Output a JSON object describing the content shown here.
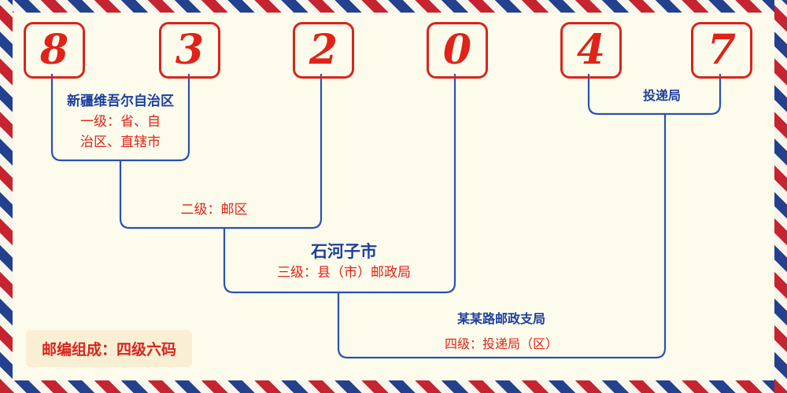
{
  "diagram": {
    "digits": [
      "8",
      "3",
      "2",
      "0",
      "4",
      "7"
    ],
    "level1": {
      "region": "新疆维吾尔自治区",
      "desc_line1": "一级：省、自",
      "desc_line2": "治区、直辖市"
    },
    "level2": {
      "desc": "二级：邮区"
    },
    "level3": {
      "city": "石河子市",
      "desc": "三级：县（市）邮政局"
    },
    "level4": {
      "office": "某某路邮政支局",
      "desc": "四级：投递局（区）"
    },
    "delivery": {
      "label": "投递局"
    },
    "footer": {
      "note": "邮编组成：四级六码"
    },
    "colors": {
      "digit_red": "#e02318",
      "text_red": "#e02318",
      "text_blue": "#1d3f9e",
      "line_blue": "#2b50b4",
      "box_border_red": "#d8251d",
      "stripe_red": "#c62430",
      "stripe_blue": "#24418f",
      "background": "#fdfcec",
      "footer_bg": "#f9efd4"
    }
  }
}
